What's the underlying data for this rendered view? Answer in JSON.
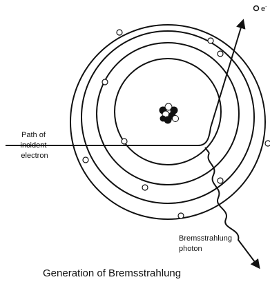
{
  "caption": "Generation of Bremsstrahlung",
  "labels": {
    "incident_line1": "Path of",
    "incident_line2": "incident",
    "incident_line3": "electron",
    "photon_line1": "Bremsstrahlung",
    "photon_line2": "photon",
    "ejected_electron": "e"
  },
  "colors": {
    "ink": "#111111",
    "background": "#ffffff"
  }
}
